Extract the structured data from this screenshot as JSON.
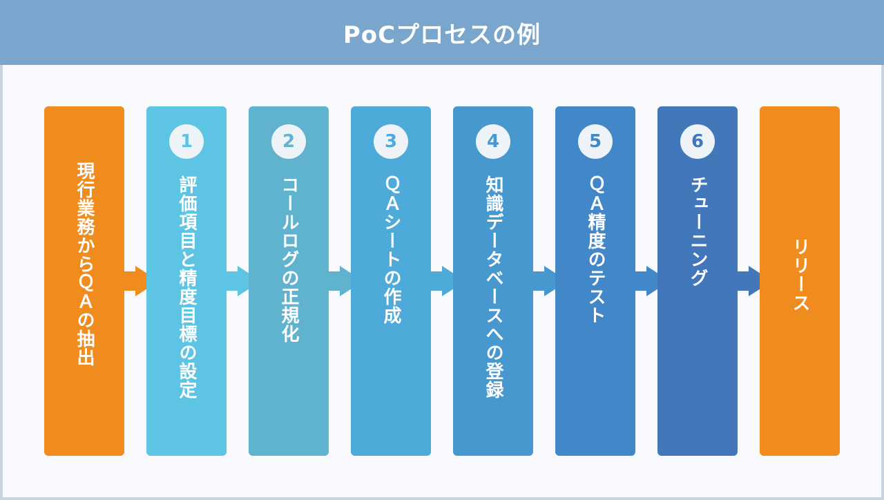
{
  "title": "PoCプロセスの例",
  "colors": {
    "header": "#7aa6cd",
    "orange": "#f08c1e",
    "step1": "#5ec4e4",
    "step2": "#5fb3cf",
    "step3": "#4eaad9",
    "step4": "#4698ce",
    "step5": "#4287c8",
    "step6": "#4277b9"
  },
  "start": {
    "label": "現行業務からＱＡの抽出"
  },
  "steps": [
    {
      "number": "1",
      "label": "評価項目と精度目標の設定"
    },
    {
      "number": "2",
      "label": "コールログの正規化"
    },
    {
      "number": "3",
      "label": "ＱＡシートの作成"
    },
    {
      "number": "4",
      "label": "知識データベースへの登録"
    },
    {
      "number": "5",
      "label": "ＱＡ精度のテスト"
    },
    {
      "number": "6",
      "label": "チューニング"
    }
  ],
  "end": {
    "label": "リリース"
  }
}
